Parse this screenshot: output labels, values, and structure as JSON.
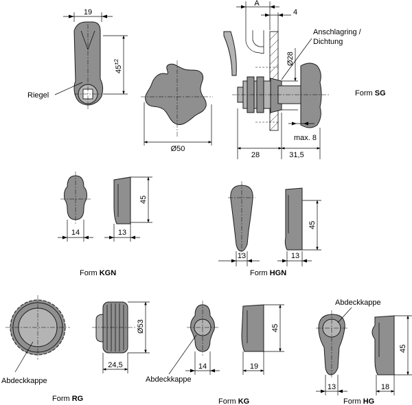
{
  "views": {
    "riegel": {
      "width_dim": "19",
      "height_dim": "45",
      "height_tol": "±2",
      "label": "Riegel"
    },
    "sg": {
      "dim_a": "A",
      "dim_4": "4",
      "dia_28": "Ø28",
      "ring_label_1": "Anschlagring /",
      "ring_label_2": "Dichtung",
      "max_label": "max. 8",
      "dim_28": "28",
      "dim_31_5": "31,5"
    },
    "star": {
      "dia_50": "Ø50"
    },
    "kgn": {
      "dim_14": "14",
      "dim_13": "13",
      "dim_45": "45"
    },
    "hgn": {
      "dim_13a": "13",
      "dim_13b": "13",
      "dim_45": "45"
    },
    "rg": {
      "dim_24_5": "24,5",
      "dia_53": "Ø53",
      "cap_label": "Abdeckkappe"
    },
    "kg": {
      "dim_14": "14",
      "dim_19": "19",
      "dim_45": "45",
      "cap_label": "Abdeckkappe"
    },
    "hg": {
      "dim_13": "13",
      "dim_18": "18",
      "dim_45": "45",
      "cap_label": "Abdeckkappe"
    }
  },
  "forms": {
    "sg": {
      "prefix": "Form ",
      "code": "SG"
    },
    "kgn": {
      "prefix": "Form ",
      "code": "KGN"
    },
    "hgn": {
      "prefix": "Form ",
      "code": "HGN"
    },
    "rg": {
      "prefix": "Form ",
      "code": "RG"
    },
    "kg": {
      "prefix": "Form ",
      "code": "KG"
    },
    "hg": {
      "prefix": "Form ",
      "code": "HG"
    }
  }
}
